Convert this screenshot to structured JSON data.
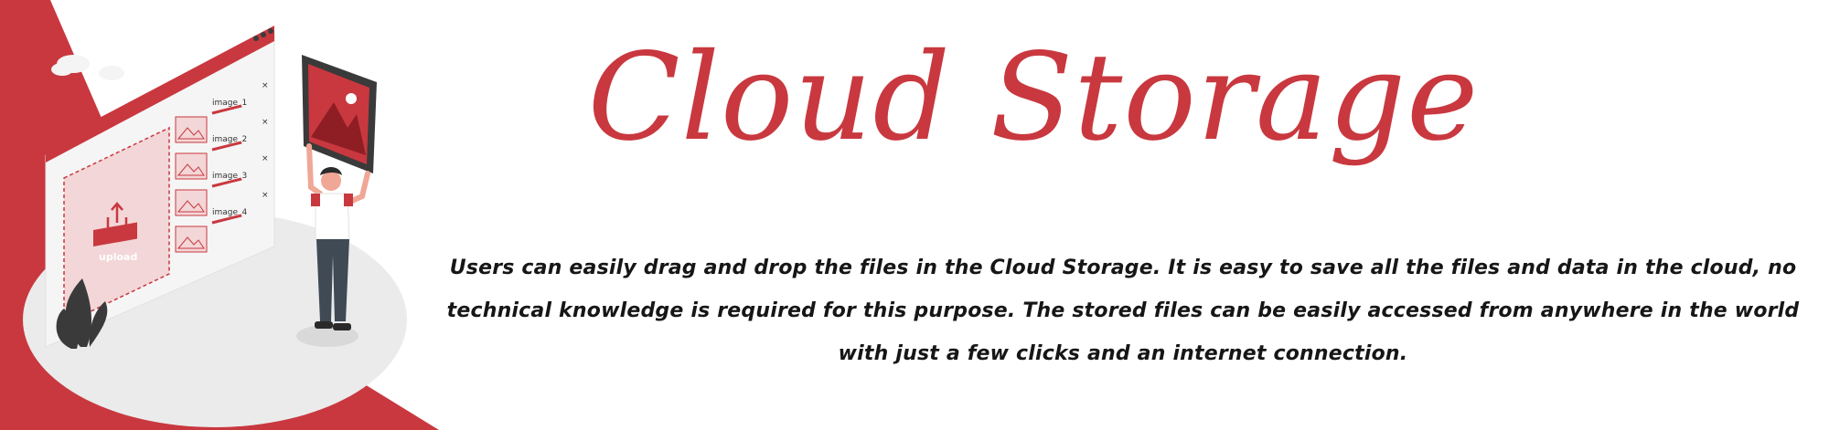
{
  "title": "Cloud Storage",
  "description": "Users can easily drag and drop the files in the Cloud Storage. It is easy to save all the files and data in the cloud, no technical knowledge is required for this purpose. The stored files can be easily accessed from anywhere in the world with just a few clicks and an internet connection.",
  "illustration": {
    "upload_label": "upload",
    "files": [
      {
        "name": "image_1"
      },
      {
        "name": "image_2"
      },
      {
        "name": "image_3"
      },
      {
        "name": "image_4"
      }
    ]
  },
  "colors": {
    "accent": "#c9383f",
    "text": "#161616",
    "background": "#ffffff"
  }
}
